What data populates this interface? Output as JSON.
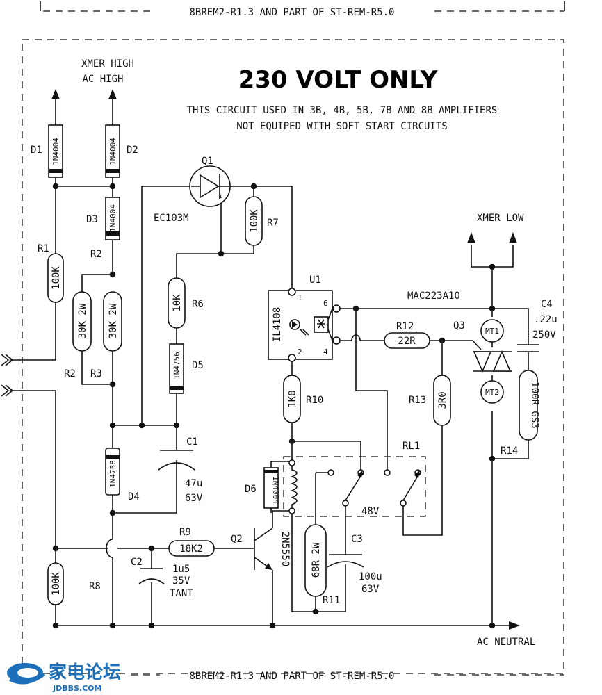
{
  "header_caption": "8BREM2-R1.3 AND PART OF ST-REM-R5.0",
  "footer_caption": "8BREM2-R1.3 AND PART OF ST-REM-R5.0",
  "title": "230 VOLT ONLY",
  "notes": [
    "THIS CIRCUIT USED IN 3B, 4B, 5B, 7B AND 8B AMPLIFIERS",
    "NOT EQUIPED WITH SOFT START CIRCUITS"
  ],
  "terminals": {
    "xmer_high": "XMER HIGH",
    "ac_high": "AC HIGH",
    "xmer_low": "XMER LOW",
    "ac_neutral": "AC NEUTRAL"
  },
  "labels": {
    "D1": "D1",
    "D2": "D2",
    "D3": "D3",
    "D4": "D4",
    "D5": "D5",
    "D6": "D6",
    "R1": "R1",
    "R2": "R2",
    "R2b": "R2",
    "R3": "R3",
    "R6": "R6",
    "R7": "R7",
    "R8": "R8",
    "R9": "R9",
    "R10": "R10",
    "R11": "R11",
    "R12": "R12",
    "R13": "R13",
    "R14": "R14",
    "Q1": "Q1",
    "Q2": "Q2",
    "Q3": "Q3",
    "U1": "U1",
    "RL1": "RL1",
    "C1": "C1",
    "C2": "C2",
    "C3": "C3",
    "C4": "C4"
  },
  "values": {
    "d1": "1N4004",
    "d2": "1N4004",
    "d3": "1N4004",
    "d4": "1N4758",
    "d5": "1N4756",
    "d6": "1N4004",
    "r1": "100K",
    "r2": "30K 2W",
    "r3": "30K 2W",
    "r6": "10K",
    "r7": "100K",
    "r8": "100K",
    "r9": "18K2",
    "r10": "1K0",
    "r11": "68R 2W",
    "r12": "22R",
    "r13": "3R0",
    "r14": "100R GS3",
    "q1": "EC103M",
    "q2": "2N5550",
    "q3": "MAC223A10",
    "u1": "IL4108",
    "c1": [
      "47u",
      "63V"
    ],
    "c2": [
      "1u5",
      "35V",
      "TANT"
    ],
    "c3": [
      "100u",
      "63V"
    ],
    "c4": [
      ".22u",
      "250V"
    ],
    "rl1": "48V",
    "mt1": "MT1",
    "mt2": "MT2",
    "u1_pins": [
      "1",
      "2",
      "4",
      "6"
    ]
  },
  "watermark": {
    "cn": "家电论坛",
    "en": "JDBBS.COM"
  }
}
